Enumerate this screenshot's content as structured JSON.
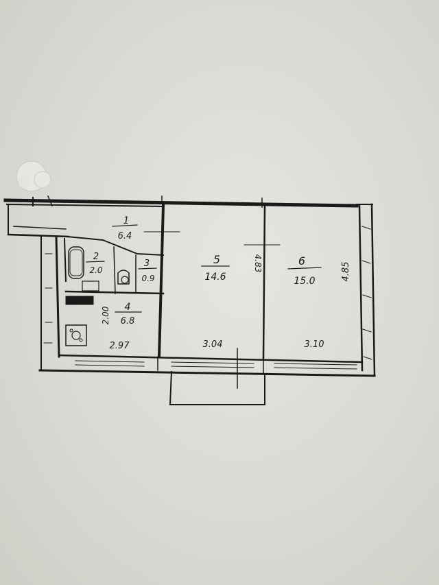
{
  "plan": {
    "rooms": [
      {
        "number": "1",
        "area": "6.4"
      },
      {
        "number": "2",
        "area": "2.0"
      },
      {
        "number": "3",
        "area": "0.9"
      },
      {
        "number": "4",
        "area": "6.8"
      },
      {
        "number": "5",
        "area": "14.6"
      },
      {
        "number": "6",
        "area": "15.0"
      }
    ],
    "dimensions": {
      "kitchen_depth": "2.00",
      "kitchen_width": "2.97",
      "room5_width": "3.04",
      "room6_width": "3.10",
      "room5_depth": "4.83",
      "room6_depth": "4.85"
    },
    "colors": {
      "paper": "#dcdcd6",
      "ink": "#1a1a1a"
    }
  }
}
